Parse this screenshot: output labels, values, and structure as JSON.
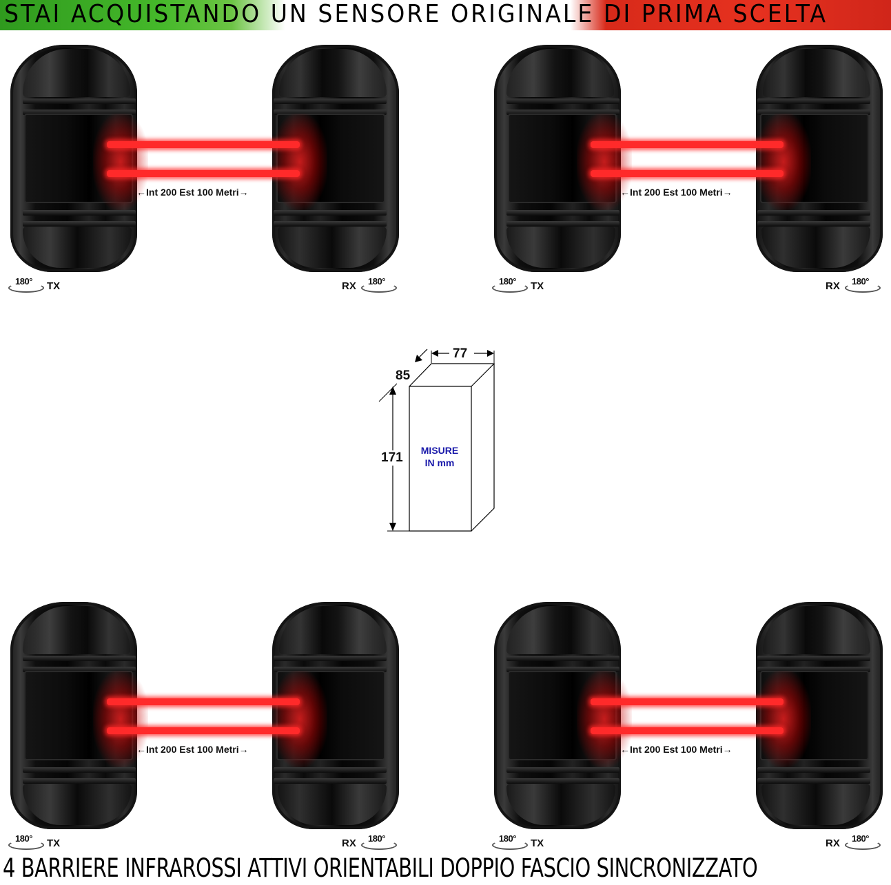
{
  "header": {
    "banner_text": "STAI ACQUISTANDO UN SENSORE ORIGINALE DI PRIMA SCELTA",
    "gradient_colors": [
      "#2f9a1e",
      "#ffffff",
      "#e6311f"
    ]
  },
  "footer": {
    "title": "4 BARRIERE INFRAROSSI ATTIVI ORIENTABILI DOPPIO FASCIO SINCRONIZZATO"
  },
  "pairs": [
    {
      "range_label": "←Int 200 Est 100 Metri→",
      "tx_label": "TX",
      "rx_label": "RX",
      "tx_rotation": "180°",
      "rx_rotation": "180°"
    },
    {
      "range_label": "←Int 200 Est 100 Metri→",
      "tx_label": "TX",
      "rx_label": "RX",
      "tx_rotation": "180°",
      "rx_rotation": "180°"
    },
    {
      "range_label": "←Int 200 Est 100 Metri→",
      "tx_label": "TX",
      "rx_label": "RX",
      "tx_rotation": "180°",
      "rx_rotation": "180°"
    },
    {
      "range_label": "←Int 200 Est 100 Metri→",
      "tx_label": "TX",
      "rx_label": "RX",
      "tx_rotation": "180°",
      "rx_rotation": "180°"
    }
  ],
  "dimensions": {
    "width": "77",
    "depth": "85",
    "height": "171",
    "note_line1": "MISURE",
    "note_line2": "IN mm"
  },
  "colors": {
    "beam": "#ff2a2a",
    "note_text": "#1a1aaa"
  }
}
